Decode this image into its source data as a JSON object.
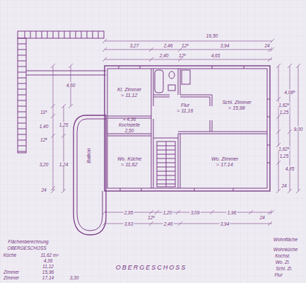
{
  "diagram": {
    "title": "OBERGESCHOSS",
    "nodes": [
      {
        "text": [
          "Kl. Zimmer",
          "≈ 11,12"
        ]
      },
      {
        "text": [
          "Schl. Zimmer",
          "≈ 15,98"
        ]
      },
      {
        "text": [
          "Flur",
          "≈ 11,16"
        ]
      },
      {
        "text": [
          "≈ 4,36",
          "Kochstelle",
          "2,50"
        ]
      },
      {
        "text": [
          "Wo. Küche",
          "≈ 11,62"
        ]
      },
      {
        "text": [
          "Wo. Zimmer",
          "≈ 17,14"
        ]
      },
      {
        "text": [
          "Balkon"
        ]
      }
    ],
    "labels": [
      "16,50",
      "3,27",
      "2,46",
      "12⁵",
      "3,94",
      "24",
      "2,40",
      "12⁵",
      "4,65",
      "4,60",
      "11⁵",
      "1,40",
      "1,25",
      "12⁵",
      "3,20",
      "1,24",
      "24",
      "1,62⁵",
      "1,25",
      "4,08⁵",
      "9,00",
      "1,62⁵",
      "1,25",
      "4,85",
      "24",
      "2,95",
      "12⁵",
      "1,20",
      "3,09",
      "1,96",
      "24",
      "3,63",
      "2,46",
      "3,94",
      "Flächenberechnung",
      "OBERGESCHOSS",
      "Küche",
      "11,62 m²",
      "4,36",
      "11,12",
      "Zimmer",
      "15,96",
      "Zimmer",
      "17,14",
      "3,30",
      "Wohnfläche",
      "Wohnküche",
      "Kochst.",
      "Wo. Zi.",
      "Schl. Zi.",
      "Flur"
    ]
  }
}
